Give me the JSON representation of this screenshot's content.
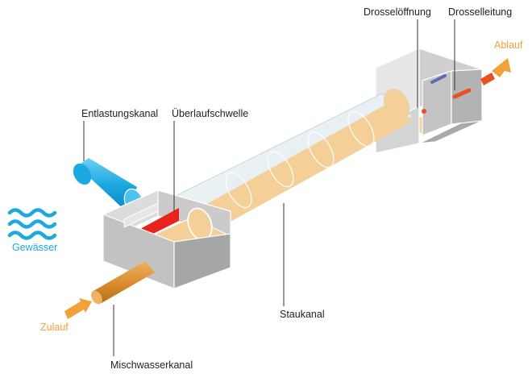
{
  "labels": {
    "drosseloeffnung": "Drosselöffnung",
    "drosselleitung": "Drosselleitung",
    "ablauf": "Ablauf",
    "entlastungskanal": "Entlastungskanal",
    "ueberlaufschwelle": "Überlaufschwelle",
    "gewaesser": "Gewässer",
    "zulauf": "Zulauf",
    "staukanal": "Staukanal",
    "mischwasserkanal": "Mischwasserkanal"
  },
  "colors": {
    "water_blue": "#1ca9e1",
    "flow_orange": "#f2a13a",
    "weir_red": "#e8231e",
    "pipe_fill": "#f4cf98",
    "pipe_glass": "#e3eef3",
    "box_light": "#d9d9d9",
    "box_mid": "#bcbcbc",
    "box_dark": "#a4a4a4",
    "mix_pipe": "#d98b2b",
    "throttle_pipe": "#e8501e",
    "throttle_opening": "#5d6db3"
  },
  "icons": {
    "water": "water-waves-icon",
    "inflow": "inflow-arrow-icon",
    "outflow": "outflow-arrow-icon"
  }
}
